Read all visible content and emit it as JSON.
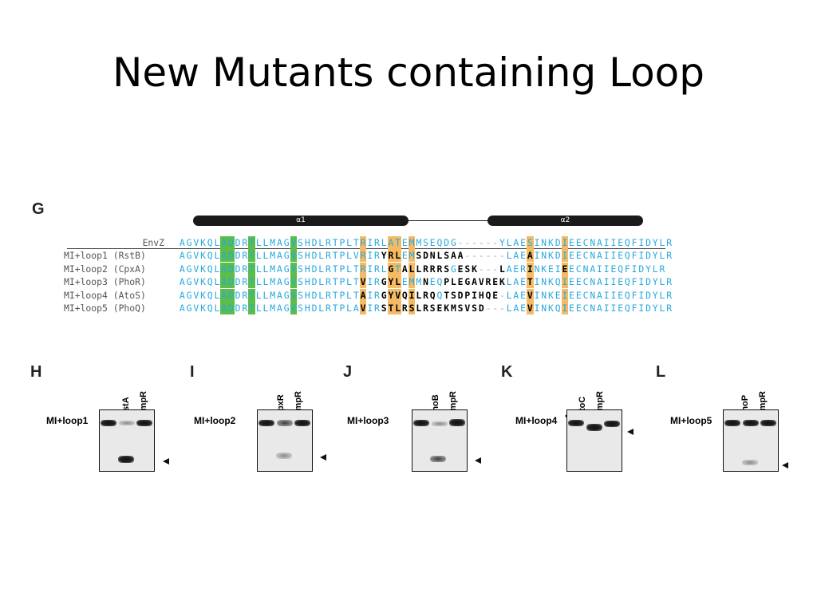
{
  "slide": {
    "title": "New Mutants containing Loop"
  },
  "panel_g": {
    "letter": "G",
    "helices": [
      "α1",
      "α2"
    ],
    "alignment": [
      {
        "label": "EnvZ",
        "sequence": "AGVKQLADDRTLLMAGVSHDLRTPLTRIRLATEMMSEQDG------YLAESINKDIEECNAIIEQFIDYLR"
      },
      {
        "label": "MI+loop1 (RstB)",
        "sequence": "AGVKQLADDRTLLMAGVSHDLRTPLVRIRYRLEMSDNLSAA------LAEAINKDIEECNAIIEQFIDYLR"
      },
      {
        "label": "MI+loop2 (CpxA)",
        "sequence": "AGVKQLADDRTLLMAGVSHDLRTPLTRIRLGTALLRRRSGESK---LAERINKEIEECNAIIEQFIDYLR"
      },
      {
        "label": "MI+loop3 (PhoR)",
        "sequence": "AGVKQLADDRTLLMAGVSHDLRTPLTVIRGYLEMMNEQPLEGAVREKLAETINKQIEECNAIIEQFIDYLR"
      },
      {
        "label": "MI+loop4 (AtoS)",
        "sequence": "AGVKQLADDRTLLMAGVSHDLRTPLTAIRGYVQILRQQTSDPIHQE-LAEVINKEIEECNAIIEQFIDYLR"
      },
      {
        "label": "MI+loop5 (PhoQ)",
        "sequence": "AGVKQLADDRTLLMAGVSHDLRTPLAVIRSTLRSLRSEKMSVSD---LAEVINKQIEECNAIIEQFIDYLR"
      }
    ]
  },
  "gels": [
    {
      "letter": "H",
      "row_label": "MI+loop1",
      "lanes": [
        "-",
        "RstA",
        "OmpR"
      ]
    },
    {
      "letter": "I",
      "row_label": "MI+loop2",
      "lanes": [
        "-",
        "CpxR",
        "OmpR"
      ]
    },
    {
      "letter": "J",
      "row_label": "MI+loop3",
      "lanes": [
        "-",
        "PhoB",
        "OmpR"
      ]
    },
    {
      "letter": "K",
      "row_label": "MI+loop4",
      "lanes": [
        "-",
        "AtoC",
        "OmpR"
      ]
    },
    {
      "letter": "L",
      "row_label": "MI+loop5",
      "lanes": [
        "-",
        "PhoP",
        "OmpR"
      ]
    }
  ],
  "colors": {
    "sequence_text": "#29a8dd",
    "conserved_highlight": "#5bbd4a",
    "variable_highlight": "#f4bb64",
    "mutant_residue": "#000000"
  }
}
